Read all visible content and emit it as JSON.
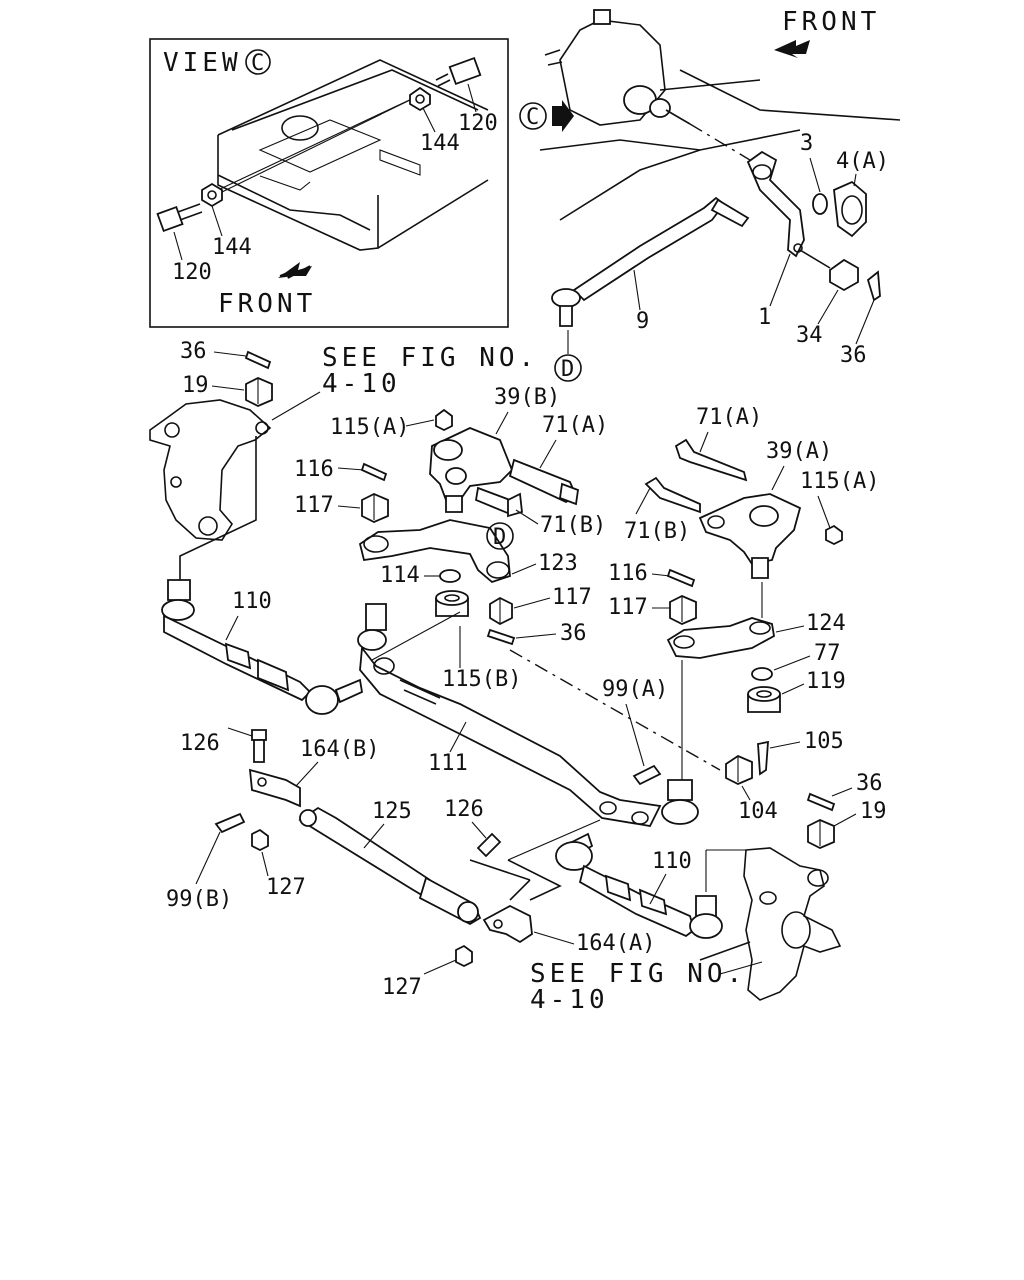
{
  "inset": {
    "view_title": "VIEW",
    "view_letter": "C",
    "front_label": "FRONT",
    "labels": [
      "144",
      "120",
      "144",
      "120"
    ]
  },
  "main": {
    "front_label": "FRONT",
    "c_marker": "C",
    "d_marker_1": "D",
    "d_marker_2": "D",
    "see_fig_1_line1": "SEE FIG NO.",
    "see_fig_1_line2": "4-10",
    "see_fig_2_line1": "SEE FIG NO.",
    "see_fig_2_line2": "4-10"
  },
  "callouts": {
    "p3": "3",
    "p4a": "4(A)",
    "p1": "1",
    "p9": "9",
    "p34": "34",
    "p36_top": "36",
    "p36_left": "36",
    "p19_left": "19",
    "p39b": "39(B)",
    "p115a_left": "115(A)",
    "p71a_left": "71(A)",
    "p116_left": "116",
    "p117_left": "117",
    "p71b_left": "71(B)",
    "p123": "123",
    "p114": "114",
    "p117_mid": "117",
    "p36_mid": "36",
    "p110_left": "110",
    "p115b": "115(B)",
    "p71a_right": "71(A)",
    "p39a": "39(A)",
    "p115a_right": "115(A)",
    "p71b_right": "71(B)",
    "p116_right": "116",
    "p117_right": "117",
    "p124": "124",
    "p77": "77",
    "p119": "119",
    "p99a": "99(A)",
    "p105": "105",
    "p126_left": "126",
    "p164b": "164(B)",
    "p111": "111",
    "p104": "104",
    "p36_right": "36",
    "p19_right": "19",
    "p125": "125",
    "p126_mid": "126",
    "p110_right": "110",
    "p99b": "99(B)",
    "p127_left": "127",
    "p164a": "164(A)",
    "p127_bottom": "127"
  }
}
